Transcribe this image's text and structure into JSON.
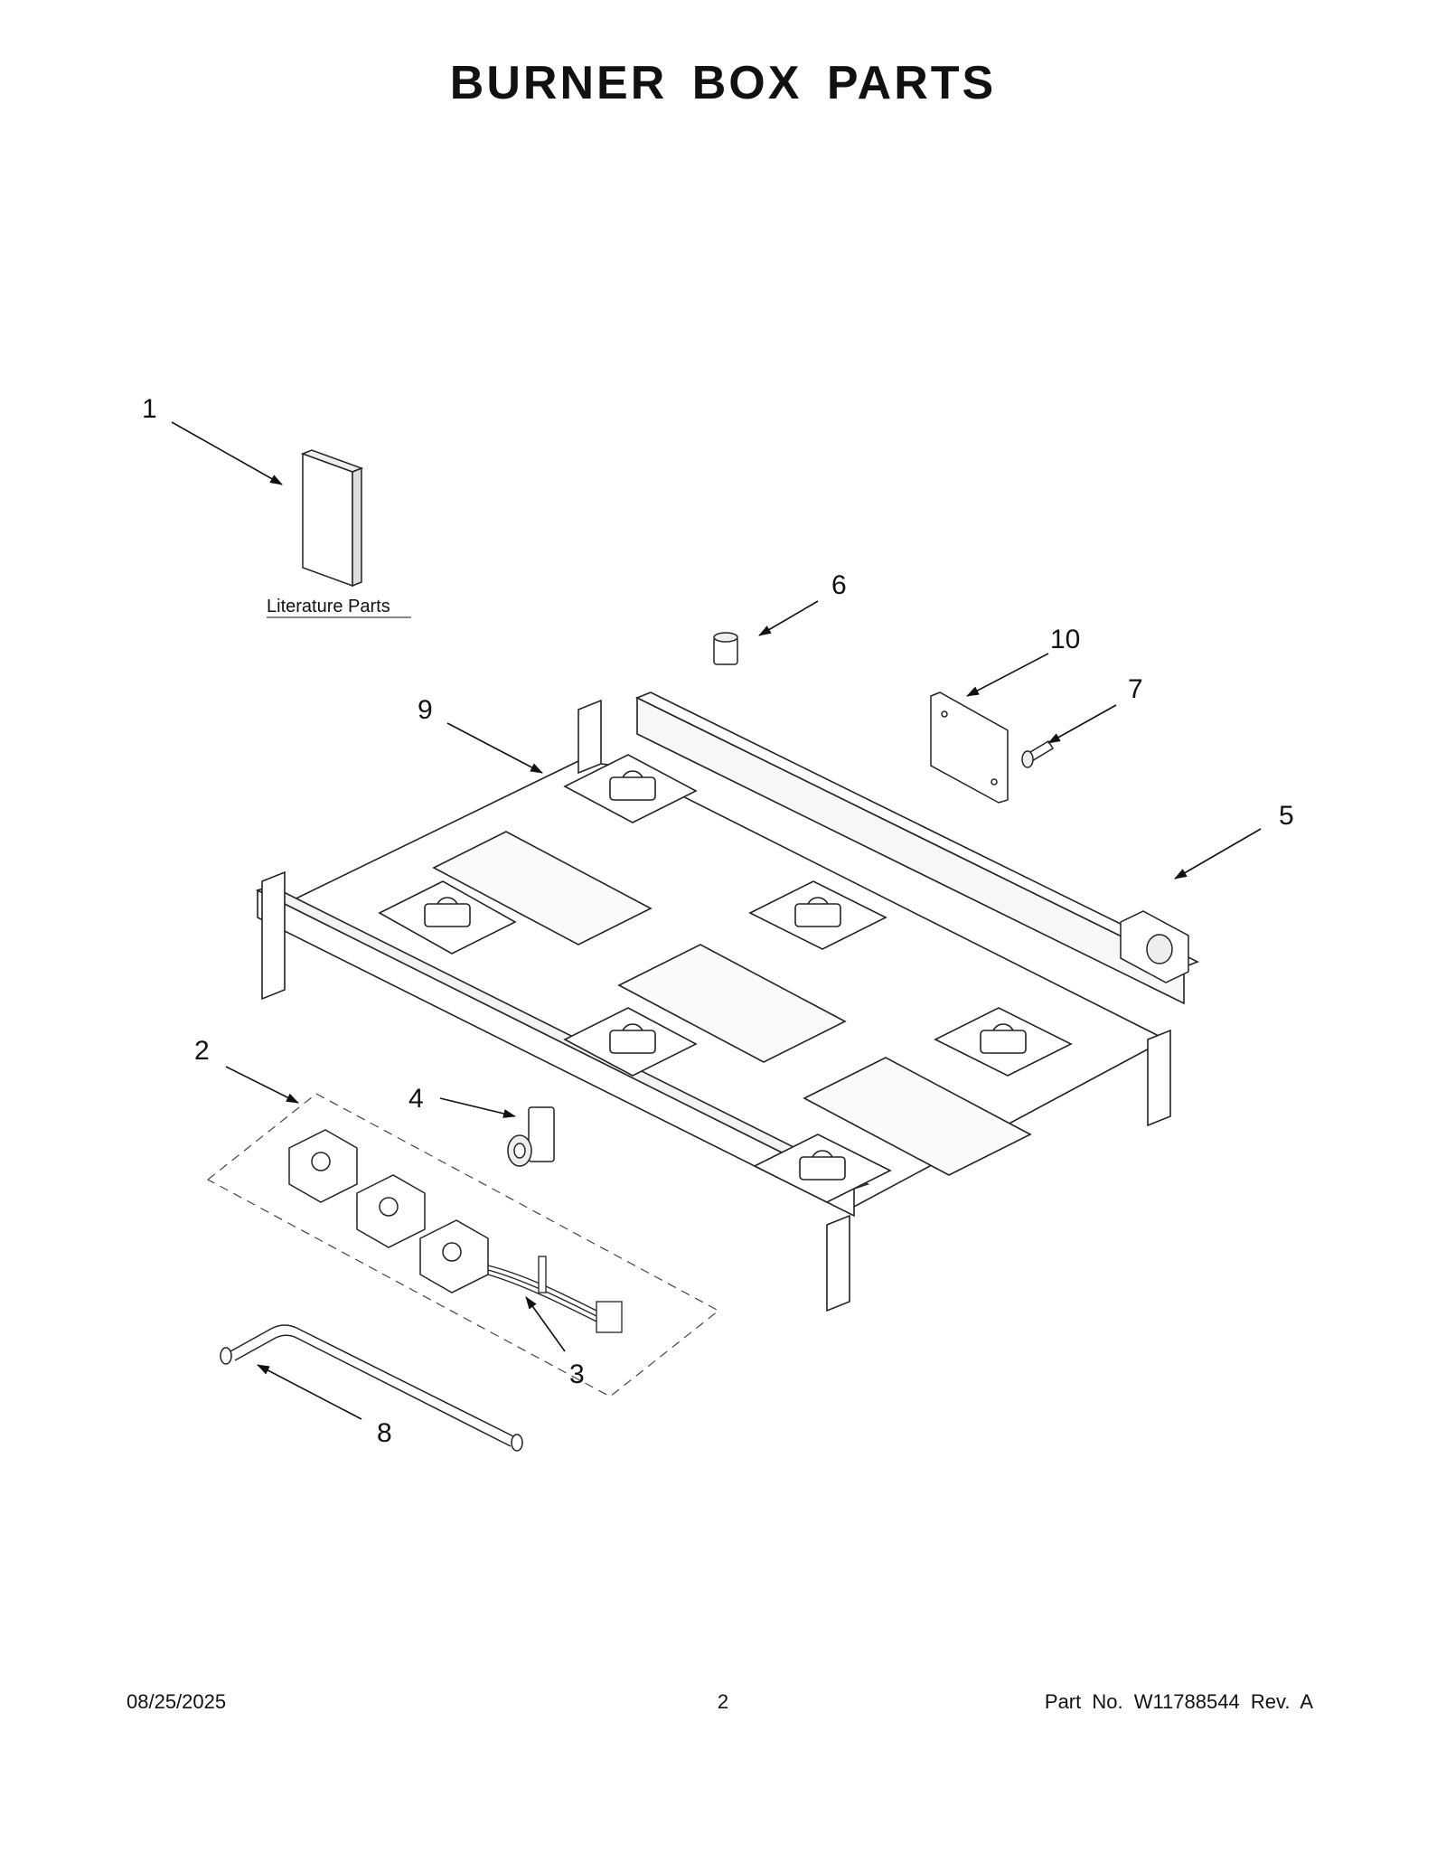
{
  "page": {
    "title": "BURNER BOX PARTS",
    "literature_label": "Literature Parts"
  },
  "callouts": [
    {
      "id": "c1",
      "number": "1"
    },
    {
      "id": "c2",
      "number": "2"
    },
    {
      "id": "c3",
      "number": "3"
    },
    {
      "id": "c4",
      "number": "4"
    },
    {
      "id": "c5",
      "number": "5"
    },
    {
      "id": "c6",
      "number": "6"
    },
    {
      "id": "c7",
      "number": "7"
    },
    {
      "id": "c8",
      "number": "8"
    },
    {
      "id": "c9",
      "number": "9"
    },
    {
      "id": "c10",
      "number": "10"
    }
  ],
  "footer": {
    "date": "08/25/2025",
    "page_number": "2",
    "part_number": "Part No.  W11788544   Rev.  A"
  }
}
